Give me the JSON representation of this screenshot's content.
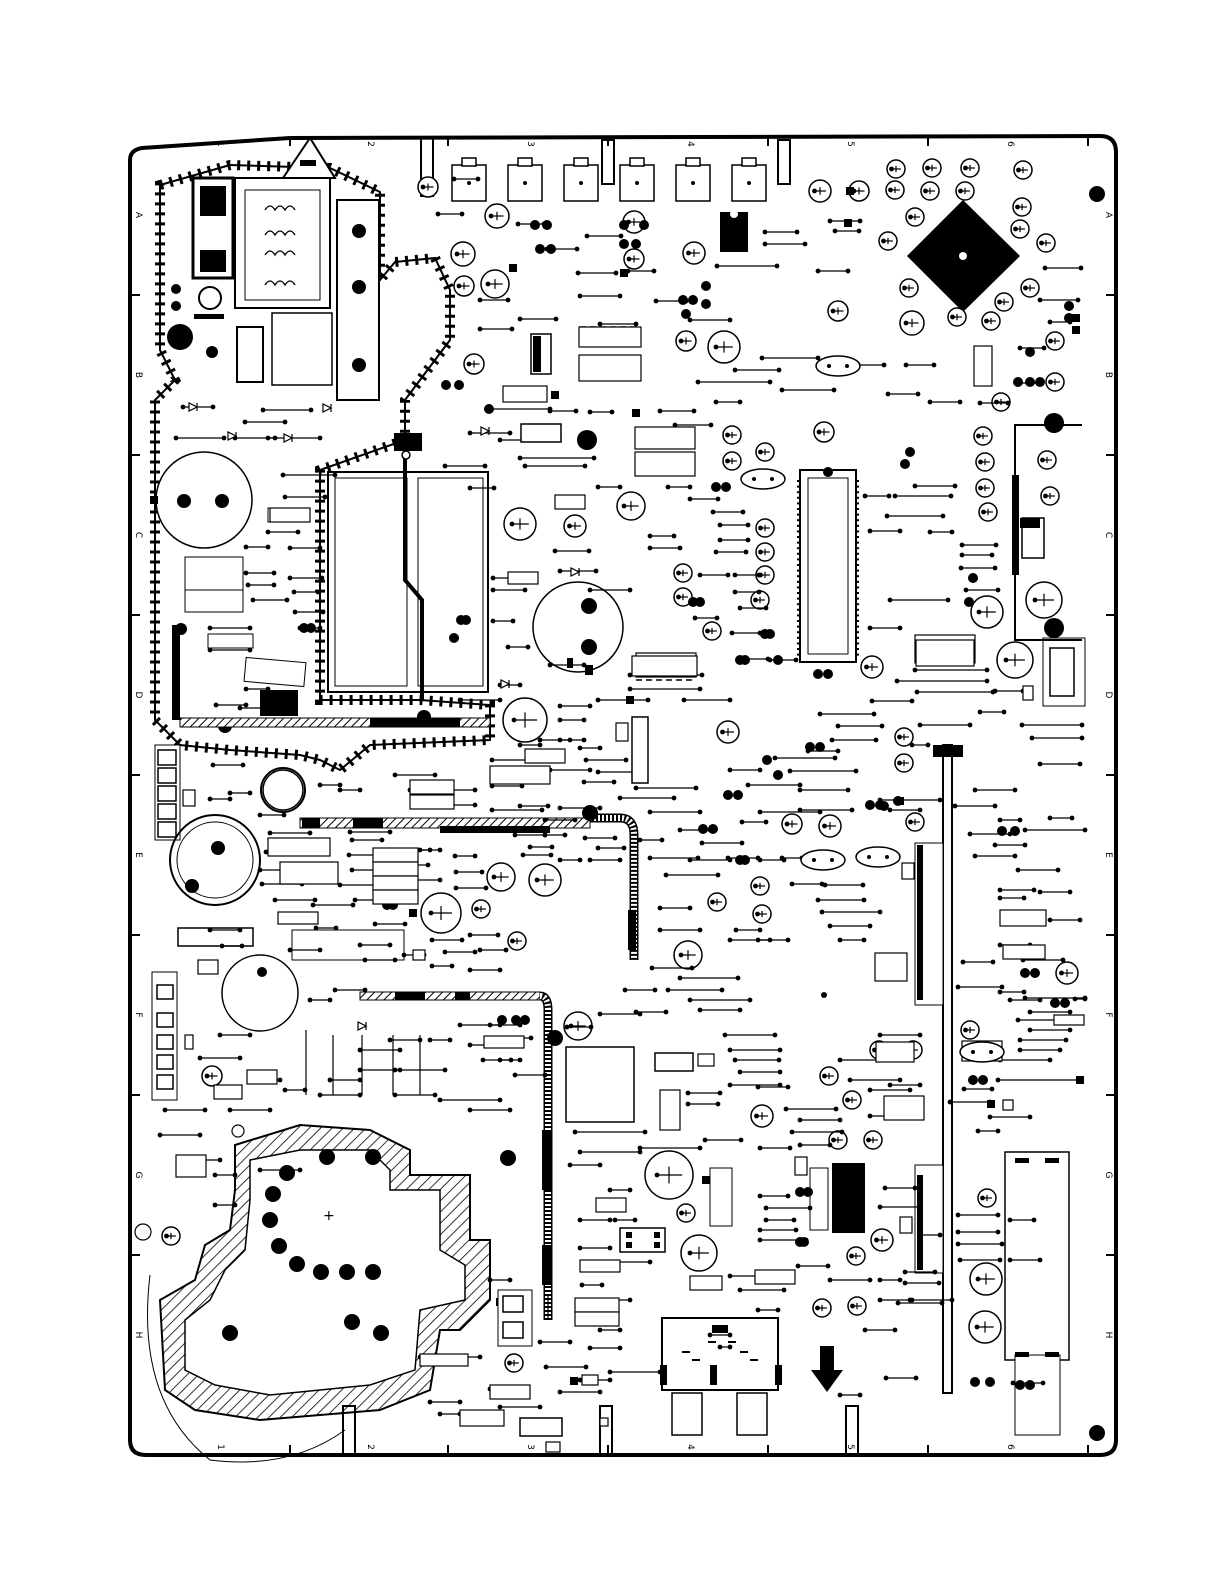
{
  "board": {
    "grid_columns": [
      "1",
      "2",
      "3",
      "4",
      "5",
      "6"
    ],
    "grid_rows": [
      "A",
      "B",
      "C",
      "D",
      "E",
      "F",
      "G",
      "H"
    ]
  },
  "colors": {
    "ink": "#000000",
    "paper": "#ffffff"
  },
  "icons": {
    "capacitor": "capacitor-icon",
    "ic": "ic-chip-icon",
    "transformer": "transformer-icon",
    "diode": "diode-icon",
    "arrow": "direction-arrow-icon"
  }
}
